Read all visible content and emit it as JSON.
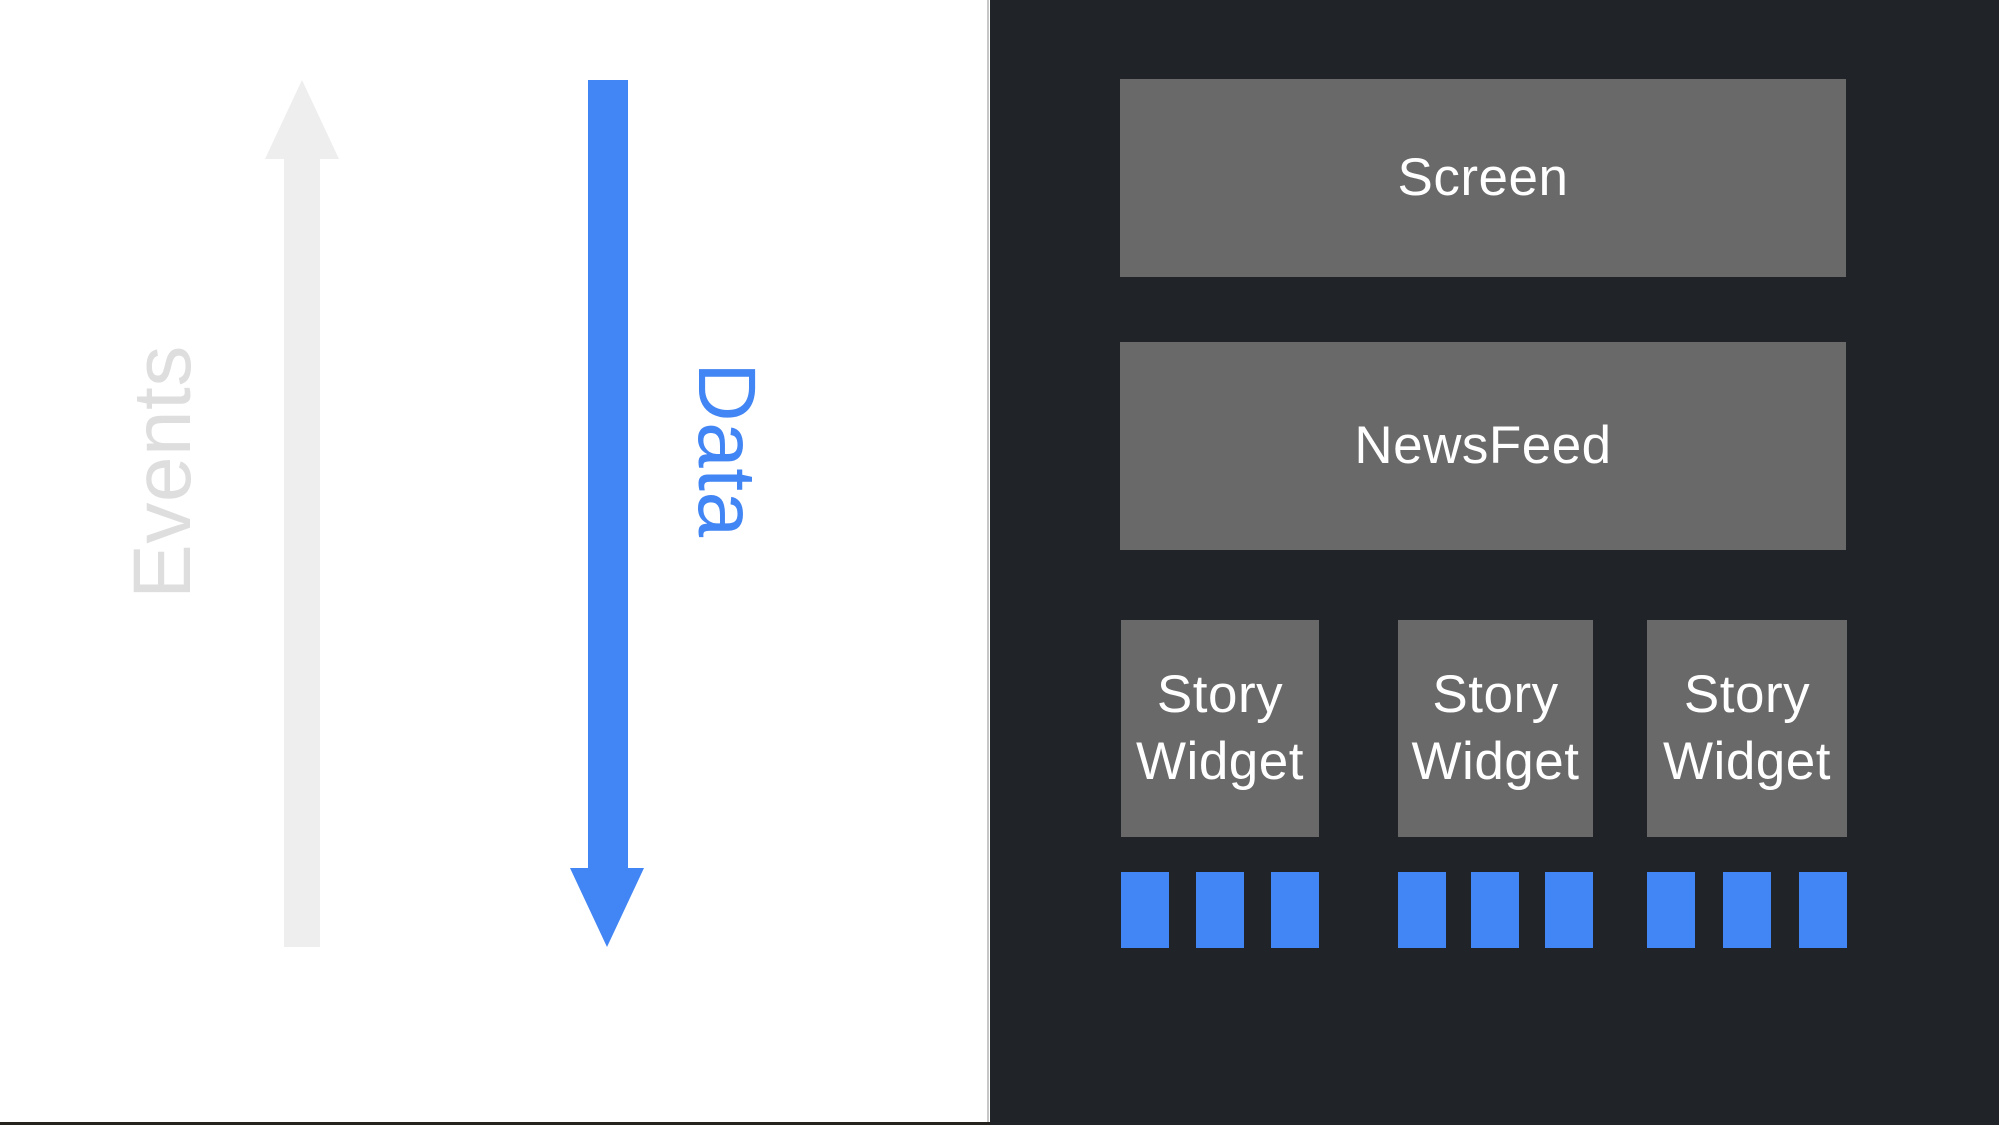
{
  "colors": {
    "page_bg": "#ffffff",
    "panel_dark": "#202327",
    "box_gray": "#696969",
    "box_text": "#ffffff",
    "accent_blue": "#4285F4",
    "arrow_gray": "#eeeeee",
    "events_text_gray": "#dedede",
    "seam_gray": "#999999",
    "bottom_strip": "#26231f"
  },
  "flow_panel": {
    "events_label": "Events",
    "data_label": "Data",
    "events_direction": "up",
    "data_direction": "down"
  },
  "widget_tree": {
    "screen": {
      "label": "Screen"
    },
    "newsfeed": {
      "label": "NewsFeed"
    },
    "story_widgets": [
      {
        "label": "Story Widget"
      },
      {
        "label": "Story Widget"
      },
      {
        "label": "Story Widget"
      }
    ],
    "data_squares_per_widget": 3
  }
}
